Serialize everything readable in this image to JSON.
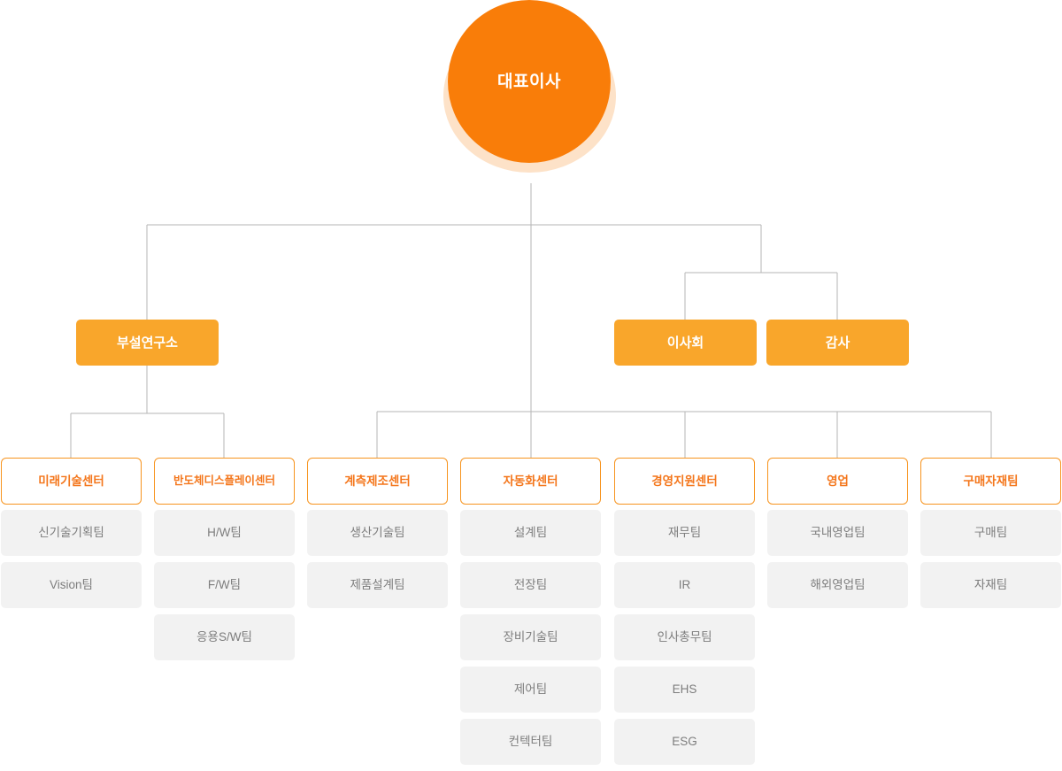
{
  "colors": {
    "ceo_fill": "#f97d09",
    "ceo_shadow": "#fde2c8",
    "amber_fill": "#f9a62b",
    "header_border": "#f7941e",
    "header_text": "#f4761b",
    "team_fill": "#f2f2f2",
    "team_text": "#7d7d7d",
    "connector_gray": "#b5b5b5",
    "page_background": "#ffffff"
  },
  "ceo": {
    "label": "대표이사"
  },
  "second_level": [
    {
      "id": "research",
      "label": "부설연구소"
    },
    {
      "id": "board",
      "label": "이사회"
    },
    {
      "id": "auditor",
      "label": "감사"
    }
  ],
  "columns": [
    {
      "id": "future-tech-center",
      "header": "미래기술센터",
      "teams": [
        "신기술기획팀",
        "Vision팀"
      ]
    },
    {
      "id": "semiconductor-display-center",
      "header": "반도체디스플레이센터",
      "teams": [
        "H/W팀",
        "F/W팀",
        "응용S/W팀"
      ]
    },
    {
      "id": "metrology-manufacturing-center",
      "header": "계측제조센터",
      "teams": [
        "생산기술팀",
        "제품설계팀"
      ]
    },
    {
      "id": "automation-center",
      "header": "자동화센터",
      "teams": [
        "설계팀",
        "전장팀",
        "장비기술팀",
        "제어팀",
        "컨텍터팀"
      ]
    },
    {
      "id": "management-support-center",
      "header": "경영지원센터",
      "teams": [
        "재무팀",
        "IR",
        "인사총무팀",
        "EHS",
        "ESG"
      ]
    },
    {
      "id": "sales",
      "header": "영업",
      "teams": [
        "국내영업팀",
        "해외영업팀"
      ]
    },
    {
      "id": "purchasing-materials-team",
      "header": "구매자재팀",
      "teams": [
        "구매팀",
        "자재팀"
      ]
    }
  ]
}
